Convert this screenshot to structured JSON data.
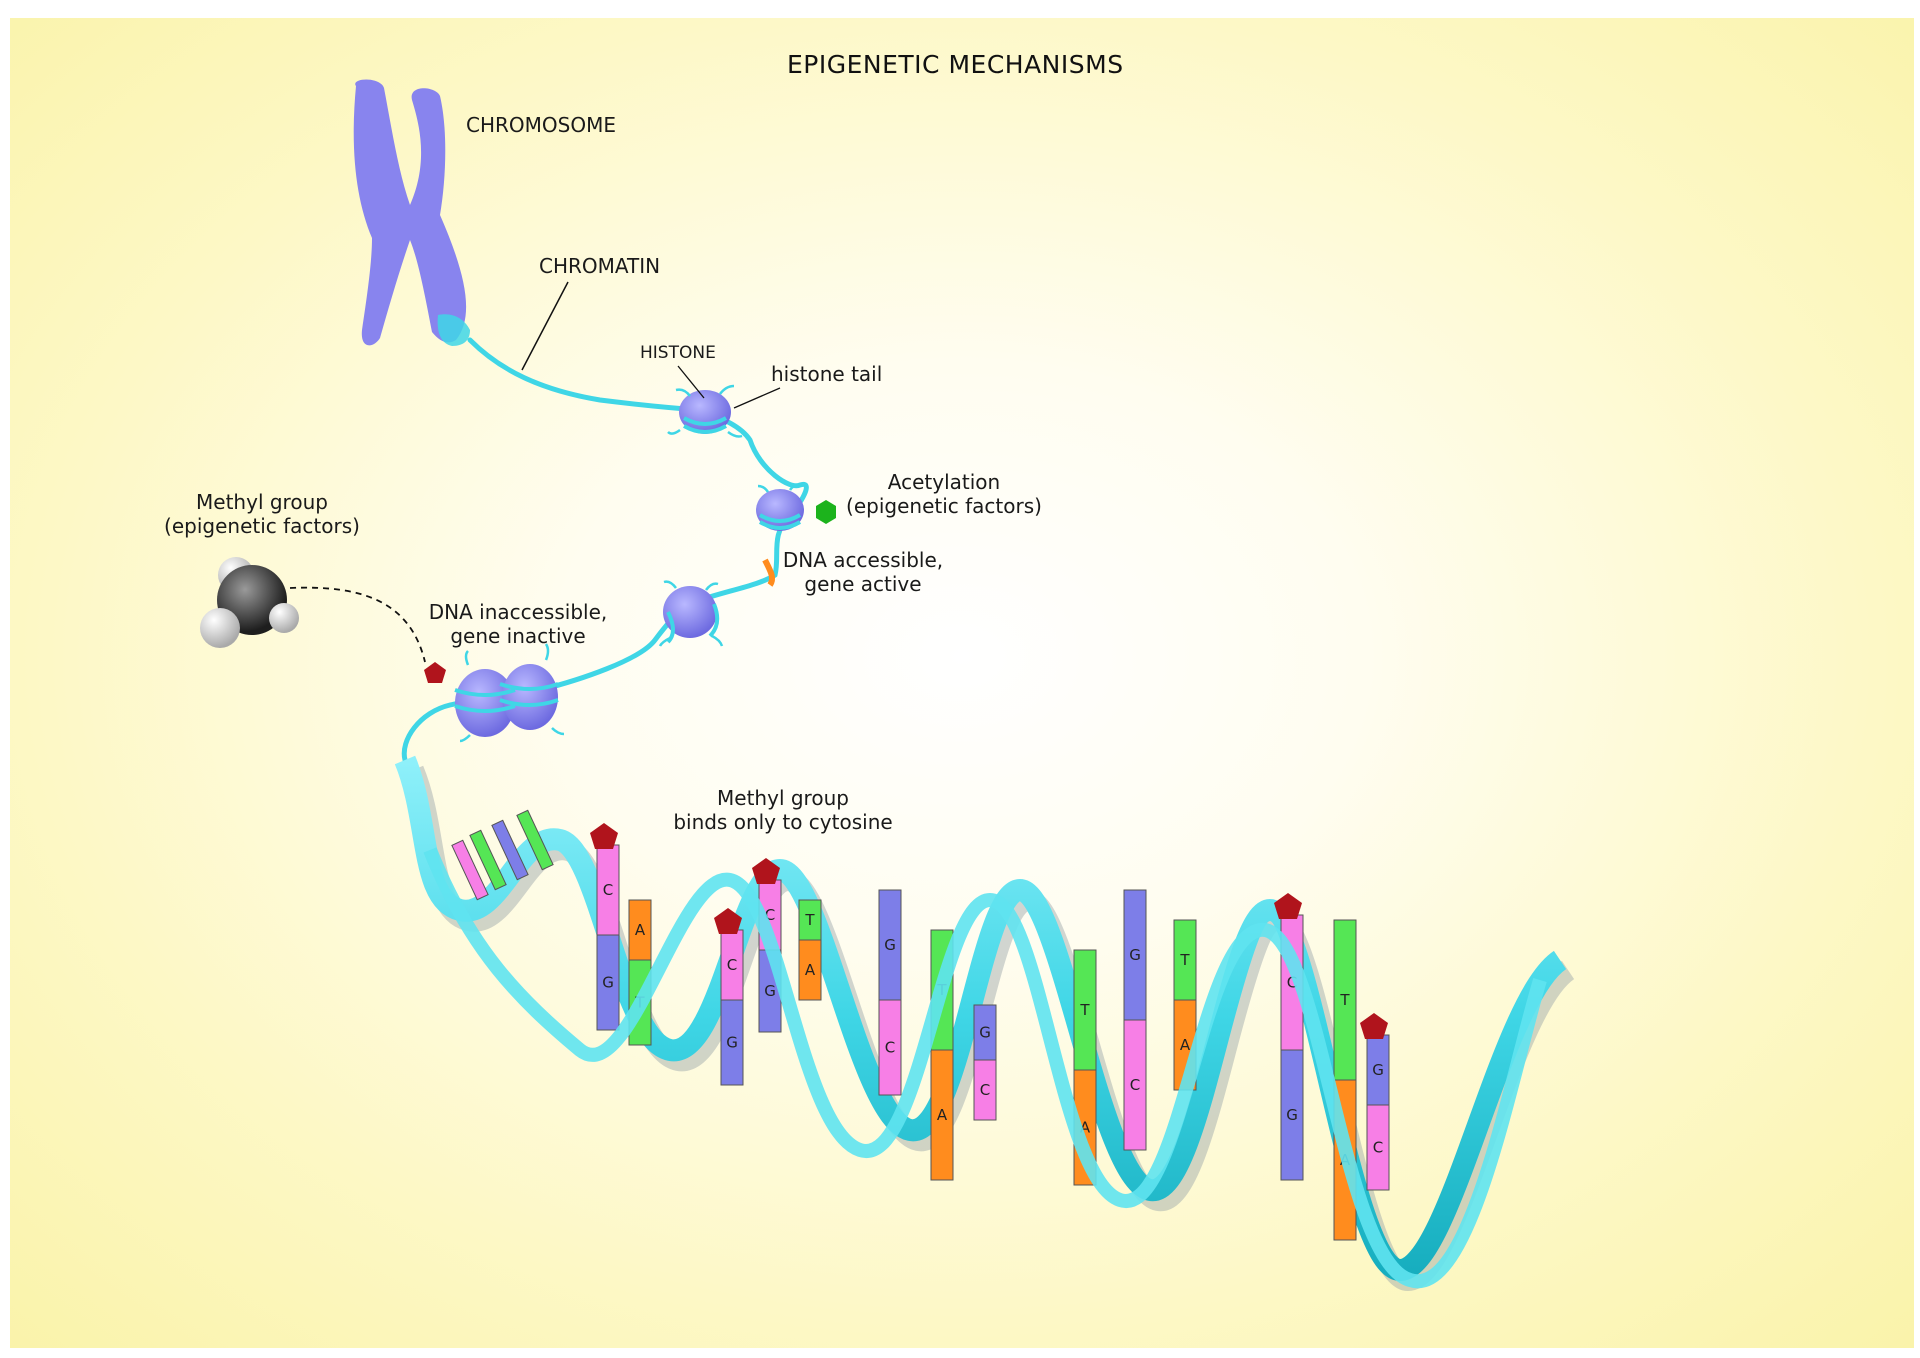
{
  "title": "EPIGENETIC MECHANISMS",
  "labels": {
    "chromosome": "CHROMOSOME",
    "chromatin": "CHROMATIN",
    "histone": "HISTONE",
    "histone_tail": "histone tail",
    "acetylation": "Acetylation\n(epigenetic factors)",
    "dna_accessible": "DNA accessible,\ngene active",
    "methyl_group": "Methyl group\n(epigenetic factors)",
    "dna_inaccessible": "DNA inaccessible,\ngene inactive",
    "methyl_binds": "Methyl group\nbinds only to cytosine"
  },
  "base_letters": {
    "row_a": [
      "C",
      "G",
      "A",
      "C",
      "G",
      "C",
      "G",
      "T",
      "A",
      "G"
    ],
    "row_b": [
      "T",
      "A",
      "G",
      "T",
      "A",
      "G",
      "C",
      "T",
      "A",
      "C"
    ],
    "row_c": [
      "G",
      "T",
      "A",
      "G",
      "C"
    ]
  },
  "colors": {
    "chromosome": "#8884ee",
    "dna_strand": "#3fd6e6",
    "cytosine": "#f77fe6",
    "guanine": "#7d7ee8",
    "thymine": "#55e655",
    "adenine": "#ff8c1e",
    "methyl_marker": "#b0141c",
    "acetyl_marker": "#1cb31c"
  }
}
